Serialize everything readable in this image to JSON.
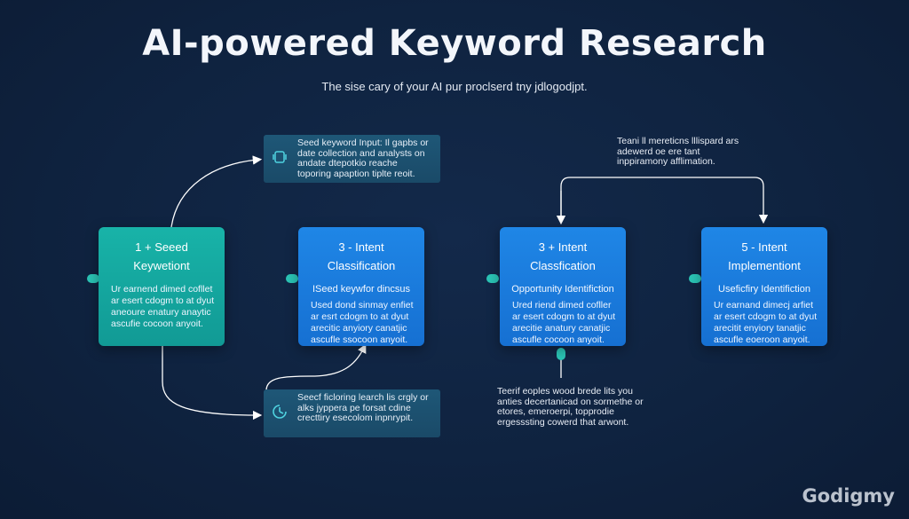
{
  "title": "AI-powered Keyword Research",
  "subtitle": "The sise cary of your AI pur proclserd tny jdlogodjpt.",
  "steps": [
    {
      "title": "1 + Seeed Keywetiont",
      "sub": "",
      "body": "Ur earnend dimed cofllet ar esert cdogm to at dyut aneoure enatury anaytic ascufie cocoon anyoit."
    },
    {
      "title": "3 - Intent Classification",
      "sub": "ISeed keywfor dincsus",
      "body": "Used dond sinmay enfiet ar esrt cdogm to at dyut arecitic anyiory canatjic ascufle ssocoon anyoit."
    },
    {
      "title": "3 + Intent Classfication",
      "sub": "Opportunity Identifiction",
      "body": "Ured riend dimed cofller ar esert cdogm to at dyut arecitie anatury canatjic ascufle cocoon anyoit."
    },
    {
      "title": "5 - Intent Implementiont",
      "sub": "Useficfiry Identifiction",
      "body": "Ur earnand dimecj arfiet ar esert cdogm to at dyut arecitit enyiory tanatjic ascufle eoeroon anyoit."
    }
  ],
  "info_top": "Seed keyword Input: Il gapbs or date collection and analysts on andate dtepotkio reache toporing apaption tiplte reoit.",
  "info_bottom": "Seecf ficloring learch lis crgly or alks jyppera pe forsat cdine crecttiry esecolom inpnrypit.",
  "note_top": "Teani ll mereticns lllispard ars adewerd oe ere tant inppiramony afflimation.",
  "note_bottom": "Teerif eoples wood brede lits you anties decertanicad on sormethe or etores, emeroerpi, topprodie ergesssting cowerd that arwont.",
  "brand": "Godigmy",
  "icons": {
    "info_top": "device-icon",
    "info_bottom": "chart-icon"
  },
  "colors": {
    "teal": "#18b3a8",
    "blue": "#1f86e6",
    "background": "#0f2340",
    "connector": "#ffffff",
    "dot": "#2bc4b5"
  }
}
